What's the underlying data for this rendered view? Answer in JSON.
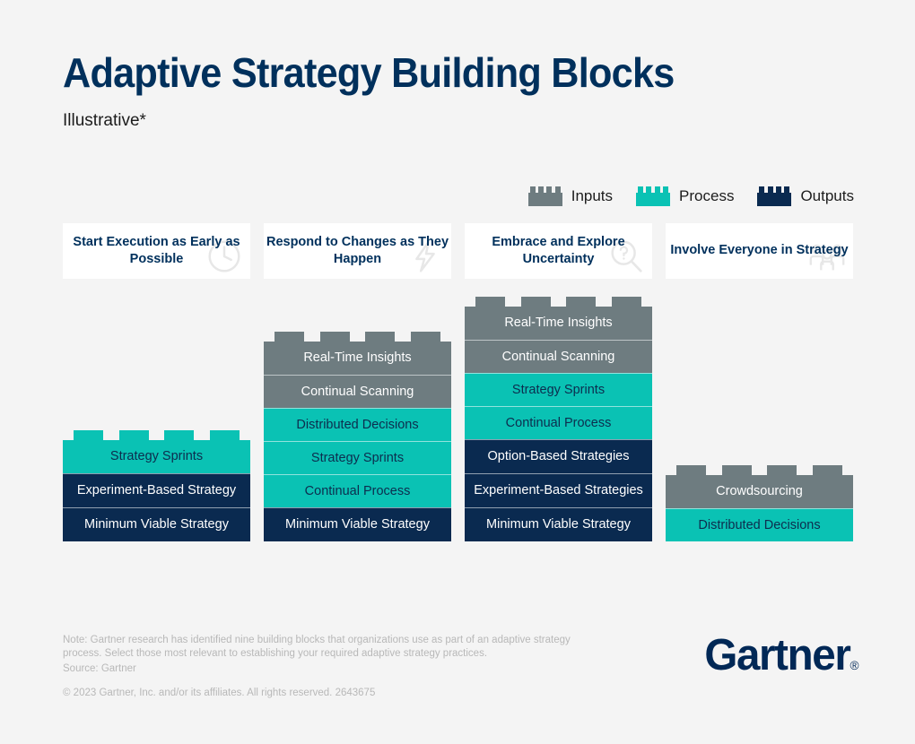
{
  "header": {
    "title": "Adaptive Strategy Building Blocks",
    "subtitle": "Illustrative*"
  },
  "legend": {
    "items": [
      {
        "label": "Inputs",
        "color": "#6e7c80",
        "icon": "lego-brick-icon"
      },
      {
        "label": "Process",
        "color": "#0ac2b4",
        "icon": "lego-brick-icon"
      },
      {
        "label": "Outputs",
        "color": "#0a2a50",
        "icon": "lego-brick-icon"
      }
    ]
  },
  "columns": [
    {
      "card": {
        "title": "Start Execution as Early as Possible",
        "icon": "clock-icon"
      },
      "blocks": [
        {
          "label": "Strategy Sprints",
          "type": "process"
        },
        {
          "label": "Experiment-Based Strategy",
          "type": "output"
        },
        {
          "label": "Minimum Viable Strategy",
          "type": "output"
        }
      ]
    },
    {
      "card": {
        "title": "Respond to Changes as They Happen",
        "icon": "lightning-bolt-icon"
      },
      "blocks": [
        {
          "label": "Real-Time Insights",
          "type": "input"
        },
        {
          "label": "Continual Scanning",
          "type": "input"
        },
        {
          "label": "Distributed Decisions",
          "type": "process"
        },
        {
          "label": "Strategy Sprints",
          "type": "process"
        },
        {
          "label": "Continual Process",
          "type": "process"
        },
        {
          "label": "Minimum Viable Strategy",
          "type": "output"
        }
      ]
    },
    {
      "card": {
        "title": "Embrace and Explore Uncertainty",
        "icon": "magnifier-question-icon"
      },
      "blocks": [
        {
          "label": "Real-Time Insights",
          "type": "input"
        },
        {
          "label": "Continual Scanning",
          "type": "input"
        },
        {
          "label": "Strategy Sprints",
          "type": "process"
        },
        {
          "label": "Continual Process",
          "type": "process"
        },
        {
          "label": "Option-Based Strategies",
          "type": "output"
        },
        {
          "label": "Experiment-Based Strategies",
          "type": "output"
        },
        {
          "label": "Minimum Viable Strategy",
          "type": "output"
        }
      ]
    },
    {
      "card": {
        "title": "Involve Everyone in Strategy",
        "icon": "people-group-icon"
      },
      "blocks": [
        {
          "label": "Crowdsourcing",
          "type": "input"
        },
        {
          "label": "Distributed Decisions",
          "type": "process"
        }
      ]
    }
  ],
  "footer": {
    "note": "Note: Gartner research has identified nine building blocks that organizations use as part of an adaptive strategy process. Select those most relevant to establishing your required adaptive strategy practices.",
    "source": "Source: Gartner",
    "copyright": "© 2023 Gartner, Inc. and/or its affiliates. All rights reserved. 2643675",
    "logo": "Gartner",
    "logo_mark": "®"
  },
  "colors": {
    "input": "#6e7c80",
    "process": "#0ac2b4",
    "output": "#0a2a50",
    "brand_navy": "#00305c",
    "background": "#f4f4f4",
    "card_background": "#ffffff"
  }
}
